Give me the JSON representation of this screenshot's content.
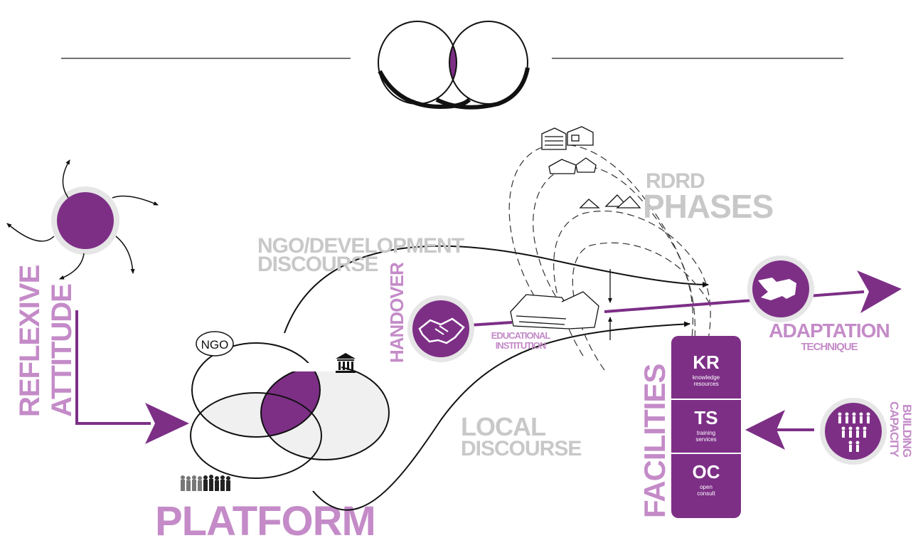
{
  "labels": {
    "reflexive": "REFLEXIVE",
    "attitude": "ATTITUDE",
    "platform": "PLATFORM",
    "ngo": "NGO",
    "ngo_discourse_1": "NGO/DEVELOPMENT",
    "ngo_discourse_2": "DISCOURSE",
    "local_discourse_1": "LOCAL",
    "local_discourse_2": "DISCOURSE",
    "handover": "HANDOVER",
    "educational_1": "EDUCATIONAL",
    "educational_2": "INSTITUTION",
    "rdrd": "RDRD",
    "phases": "PHASES",
    "adaptation": "ADAPTATION",
    "technique": "TECHNIQUE",
    "facilities": "FACILITIES",
    "capacity": "CAPACITY",
    "building": "BUILDING"
  },
  "facilities": [
    {
      "abbr": "KR",
      "desc_1": "knowledge",
      "desc_2": "resources"
    },
    {
      "abbr": "TS",
      "desc_1": "training",
      "desc_2": "services"
    },
    {
      "abbr": "OC",
      "desc_1": "open",
      "desc_2": "consult"
    }
  ],
  "colors": {
    "purple": "#7d2f86",
    "light_purple": "#c48bc8",
    "grey_text": "#c8c8c8",
    "ring": "#e6e6e6",
    "black": "#111111"
  },
  "icons": [
    "globe-arrows-icon",
    "handshake-icon",
    "haiti-map-icon",
    "people-group-icon",
    "institution-building-icon",
    "crowd-silhouette-icon",
    "house-sketch-icon"
  ]
}
